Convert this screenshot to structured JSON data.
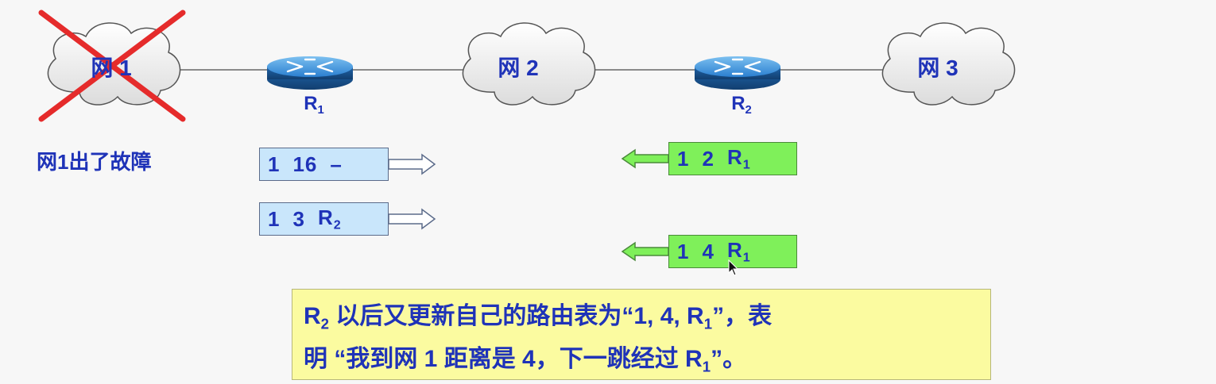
{
  "colors": {
    "text_blue": "#1f33b8",
    "cross_red": "#e52b2b",
    "blue_entry_bg": "#c9e6fb",
    "green_entry_bg": "#7ff05a",
    "note_bg": "#fbfba0",
    "router_blue": "#2b7fd0"
  },
  "networks": [
    {
      "label": "网 1",
      "failed": true
    },
    {
      "label": "网 2",
      "failed": false
    },
    {
      "label": "网 3",
      "failed": false
    }
  ],
  "routers": [
    {
      "main": "R",
      "sub": "1"
    },
    {
      "main": "R",
      "sub": "2"
    }
  ],
  "fault_text": "网1出了故障",
  "r1_messages": [
    {
      "net": "1",
      "dist": "16",
      "next": "–",
      "next_sub": ""
    },
    {
      "net": "1",
      "dist": "3",
      "next": "R",
      "next_sub": "2"
    }
  ],
  "r2_messages": [
    {
      "net": "1",
      "dist": "2",
      "next": "R",
      "next_sub": "1"
    },
    {
      "net": "1",
      "dist": "4",
      "next": "R",
      "next_sub": "1"
    }
  ],
  "note": {
    "line1_a": "R",
    "line1_sub": "2",
    "line1_b": " 以后又更新自己的路由表为“1, 4, R",
    "line1_sub2": "1",
    "line1_c": "”，表",
    "line2_a": "明 “我到网 1 距离是 4，下一跳经过 R",
    "line2_sub": "1",
    "line2_b": "”。"
  },
  "icons": [
    "cloud-icon",
    "router-icon",
    "cross-icon",
    "arrow-right-icon",
    "arrow-left-icon",
    "cursor-icon"
  ]
}
